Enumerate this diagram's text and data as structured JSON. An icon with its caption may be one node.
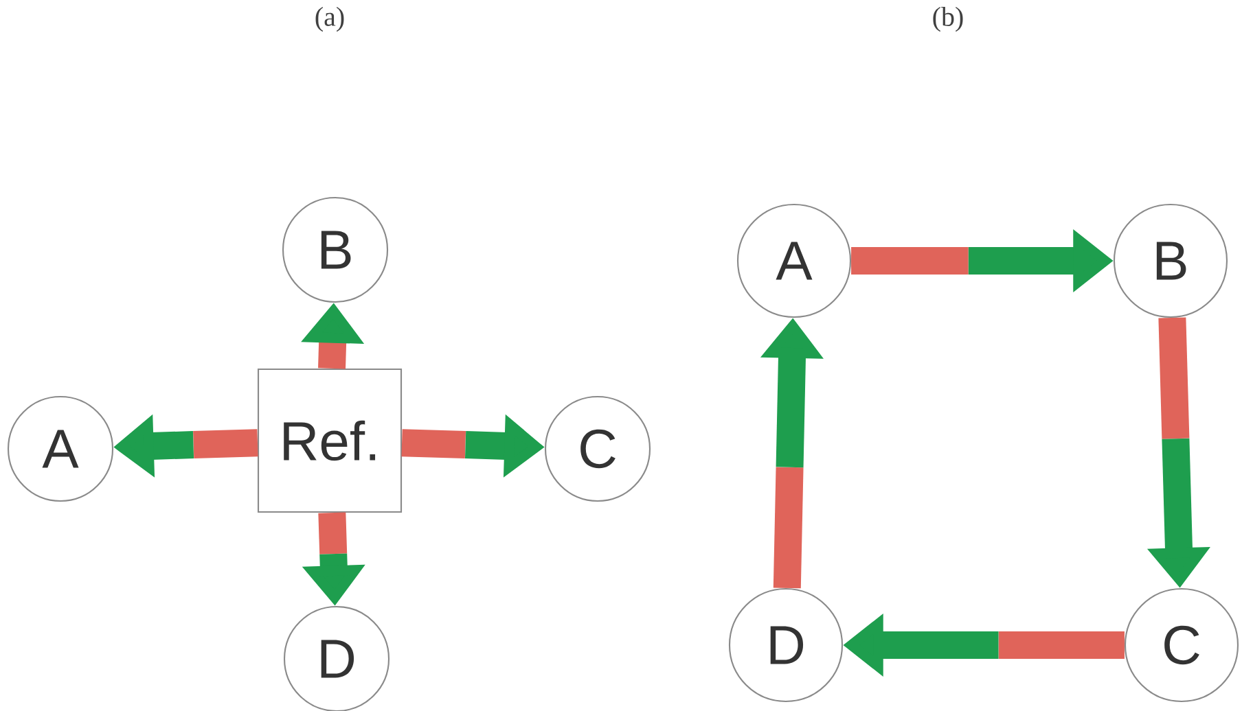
{
  "diagram": {
    "nodes": [
      {
        "text": [
          "Ref."
        ]
      },
      {
        "text": [
          "B"
        ]
      },
      {
        "text": [
          "A"
        ]
      },
      {
        "text": [
          "C"
        ]
      },
      {
        "text": [
          "D"
        ]
      },
      {
        "text": [
          "A"
        ]
      },
      {
        "text": [
          "B"
        ]
      },
      {
        "text": [
          "C"
        ]
      },
      {
        "text": [
          "D"
        ]
      }
    ],
    "edges": [
      {
        "from": 0,
        "to": 1,
        "arrow": "to"
      },
      {
        "from": 0,
        "to": 2,
        "arrow": "to"
      },
      {
        "from": 0,
        "to": 3,
        "arrow": "to"
      },
      {
        "from": 0,
        "to": 4,
        "arrow": "to"
      },
      {
        "from": 5,
        "to": 6,
        "arrow": "to"
      },
      {
        "from": 6,
        "to": 7,
        "arrow": "to"
      },
      {
        "from": 7,
        "to": 8,
        "arrow": "to"
      },
      {
        "from": 8,
        "to": 5,
        "arrow": "to"
      }
    ],
    "labels": [
      "(a)",
      "(b)"
    ]
  }
}
